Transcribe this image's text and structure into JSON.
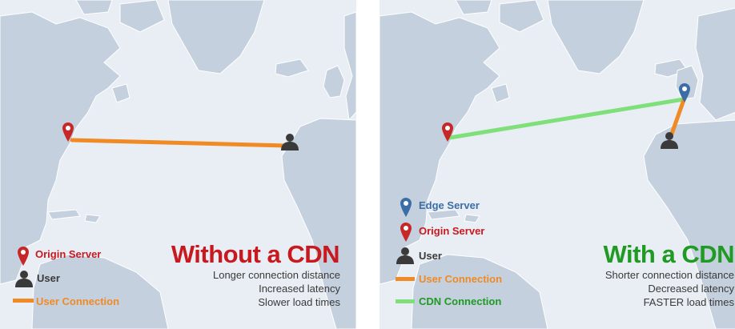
{
  "colors": {
    "ocean": "#e9eef4",
    "land": "#c4d0de",
    "land_edge": "#ffffff",
    "origin": "#c62828",
    "edge": "#3c6ea6",
    "user_line": "#f08a24",
    "cdn_line": "#7fe07a",
    "user_icon": "#3a3a3a",
    "title_red": "#c8191f",
    "title_green": "#1f9a22"
  },
  "left": {
    "title": "Without a CDN",
    "points": [
      "Longer connection distance",
      "Increased latency",
      "Slower load times"
    ],
    "legend": [
      {
        "icon": "red-pin-icon",
        "label": "Origin Server"
      },
      {
        "icon": "user-icon",
        "label": "User"
      },
      {
        "icon": "orange-line-icon",
        "label": "User Connection"
      }
    ]
  },
  "right": {
    "title": "With a CDN",
    "points": [
      "Shorter connection distance",
      "Decreased latency",
      "FASTER load times"
    ],
    "legend": [
      {
        "icon": "blue-pin-icon",
        "label": "Edge Server"
      },
      {
        "icon": "red-pin-icon",
        "label": "Origin Server"
      },
      {
        "icon": "user-icon",
        "label": "User"
      },
      {
        "icon": "orange-line-icon",
        "label": "User Connection"
      },
      {
        "icon": "green-line-icon",
        "label": "CDN Connection"
      }
    ]
  }
}
